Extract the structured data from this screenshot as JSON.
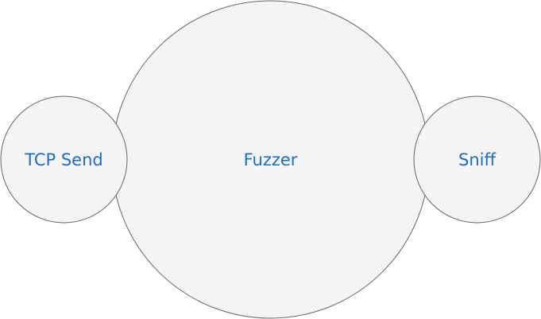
{
  "diagram": {
    "nodes": [
      {
        "id": "fuzzer",
        "label": "Fuzzer"
      },
      {
        "id": "tcp-send",
        "label": "TCP Send"
      },
      {
        "id": "sniff",
        "label": "Sniff"
      }
    ]
  },
  "colors": {
    "node_fill": "#f4f4f4",
    "node_stroke": "#666666",
    "label_text": "#1f6ebf",
    "background": "#ffffff"
  }
}
